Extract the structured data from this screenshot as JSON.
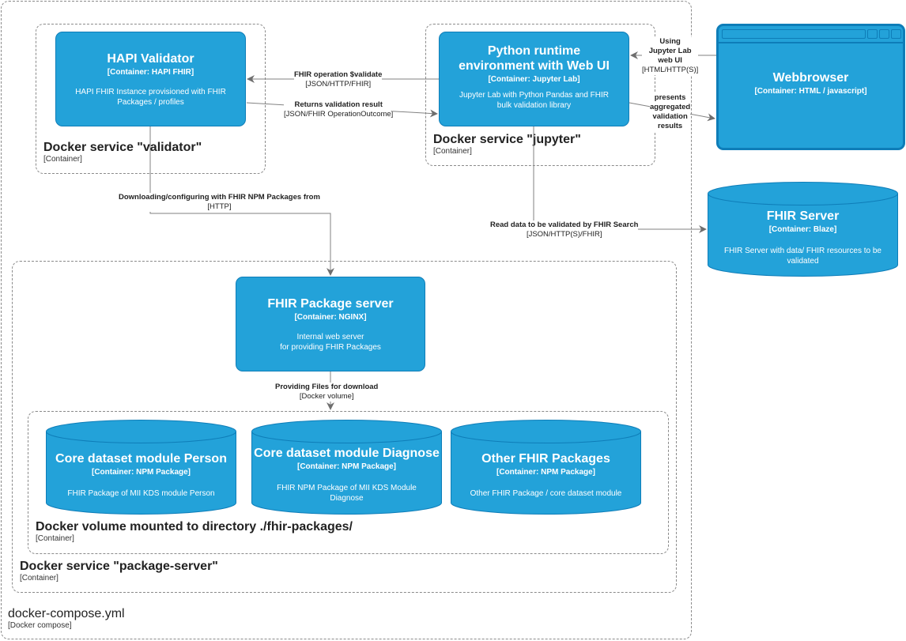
{
  "boundaries": {
    "compose": {
      "title": "docker-compose.yml",
      "type": "[Docker compose]"
    },
    "validator": {
      "title": "Docker service \"validator\"",
      "type": "[Container]"
    },
    "jupyter": {
      "title": "Docker service \"jupyter\"",
      "type": "[Container]"
    },
    "package_server": {
      "title": "Docker service \"package-server\"",
      "type": "[Container]"
    },
    "volume": {
      "title": "Docker volume mounted to directory ./fhir-packages/",
      "type": "[Container]"
    }
  },
  "containers": {
    "hapi": {
      "title": "HAPI Validator",
      "type": "[Container: HAPI FHIR]",
      "description": "HAPI FHIR Instance provisioned with FHIR Packages / profiles"
    },
    "python": {
      "title": "Python runtime environment with Web UI",
      "type": "[Container: Jupyter Lab]",
      "description": "Jupyter Lab with Python Pandas and FHIR bulk validation library"
    },
    "webbrowser": {
      "title": "Webbrowser",
      "type": "[Container: HTML / javascript]"
    },
    "fhir_server": {
      "title": "FHIR Server",
      "type": "[Container: Blaze]",
      "description": "FHIR Server with data/ FHIR resources to be validated"
    },
    "package_server": {
      "title": "FHIR Package server",
      "type": "[Container: NGINX]",
      "description_line1": "Internal web server",
      "description_line2": "for providing FHIR Packages"
    },
    "person": {
      "title": "Core dataset module Person",
      "type": "[Container: NPM Package]",
      "description": "FHIR Package of MII KDS module Person"
    },
    "diagnose": {
      "title": "Core dataset module Diagnose",
      "type": "[Container: NPM Package]",
      "description": "FHIR NPM Package of MII KDS Module Diagnose"
    },
    "other": {
      "title": "Other FHIR Packages",
      "type": "[Container: NPM Package]",
      "description": "Other FHIR Package / core dataset module"
    }
  },
  "relations": {
    "validate": {
      "label": "FHIR operation $validate",
      "tech": "[JSON/HTTP/FHIR]"
    },
    "returns": {
      "label": "Returns validation result",
      "tech": "[JSON/FHIR OperationOutcome]"
    },
    "using": {
      "label_l1": "Using",
      "label_l2": "Jupyter Lab",
      "label_l3": "web UI",
      "tech": "[HTML/HTTP(S)]"
    },
    "presents": {
      "label_l1": "presents",
      "label_l2": "aggregated",
      "label_l3": "validation",
      "label_l4": "results"
    },
    "downloading": {
      "label": "Downloading/configuring with FHIR NPM Packages from",
      "tech": "[HTTP]"
    },
    "read": {
      "label": "Read data to be validated by FHIR Search",
      "tech": "[JSON/HTTP(S)/FHIR]"
    },
    "providing": {
      "label": "Providing Files for download",
      "tech": "[Docker volume]"
    }
  },
  "colors": {
    "container_fill": "#23a2d9",
    "container_border": "#0e7db8",
    "boundary_border": "#8a8a8a",
    "edge": "#828282"
  }
}
